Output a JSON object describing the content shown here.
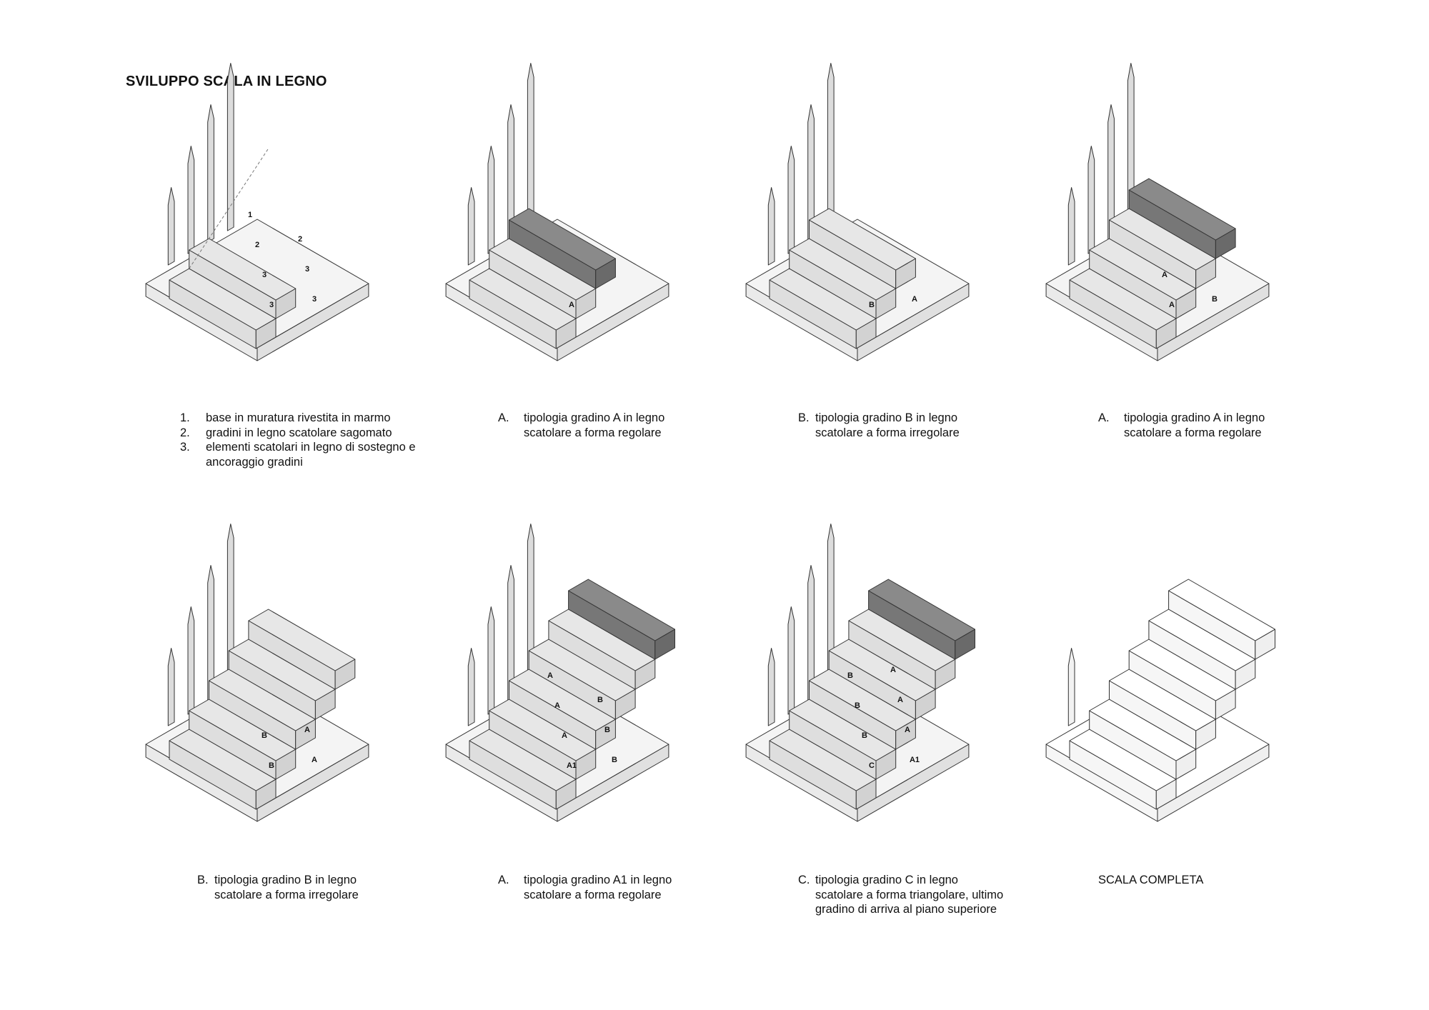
{
  "title": "SVILUPPO SCALA IN LEGNO",
  "panels": [
    {
      "labels": [
        "3",
        "3",
        "3",
        "3",
        "2",
        "2",
        "1"
      ],
      "caption": {
        "type": "list",
        "items": [
          {
            "marker": "1.",
            "lines": [
              "base in muratura rivestita in marmo"
            ]
          },
          {
            "marker": "2.",
            "lines": [
              "gradini in legno scatolare sagomato"
            ]
          },
          {
            "marker": "3.",
            "lines": [
              "elementi scatolari in legno di sostegno e",
              "ancoraggio gradini"
            ]
          }
        ]
      }
    },
    {
      "labels": [
        "A"
      ],
      "caption": {
        "type": "item",
        "marker": "A.",
        "lines": [
          "tipologia gradino A in legno",
          "scatolare a forma regolare"
        ]
      }
    },
    {
      "labels": [
        "B",
        "A"
      ],
      "caption": {
        "type": "item",
        "marker": "B.",
        "lines": [
          "tipologia gradino B in legno",
          "scatolare a forma irregolare"
        ]
      }
    },
    {
      "labels": [
        "A",
        "B",
        "A"
      ],
      "caption": {
        "type": "item",
        "marker": "A.",
        "lines": [
          "tipologia gradino A in legno",
          "scatolare a forma regolare"
        ]
      }
    },
    {
      "labels": [
        "B",
        "A",
        "B",
        "A"
      ],
      "caption": {
        "type": "item",
        "marker": "B.",
        "lines": [
          "tipologia gradino B in legno",
          "scatolare a forma irregolare"
        ]
      }
    },
    {
      "labels": [
        "A1",
        "B",
        "A",
        "B",
        "A",
        "B",
        "A"
      ],
      "caption": {
        "type": "item",
        "marker": "A.",
        "lines": [
          "tipologia gradino A1 in legno",
          "scatolare a forma regolare"
        ]
      }
    },
    {
      "labels": [
        "C",
        "A1",
        "B",
        "A",
        "B",
        "A",
        "B",
        "A"
      ],
      "caption": {
        "type": "item",
        "marker": "C.",
        "lines": [
          "tipologia gradino C in legno",
          "scatolare a forma triangolare, ultimo",
          "gradino di arriva al piano superiore"
        ]
      }
    },
    {
      "labels": [],
      "caption": {
        "type": "plain",
        "lines": [
          "SCALA COMPLETA"
        ]
      }
    }
  ]
}
